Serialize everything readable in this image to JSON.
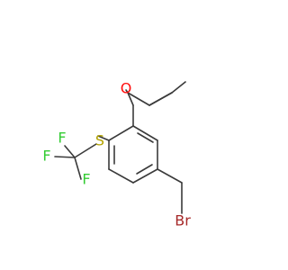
{
  "molecule": {
    "atoms": {
      "oxygen": {
        "label": "O",
        "color": "#ff0d0d"
      },
      "sulfur": {
        "label": "S",
        "color": "#b3a300"
      },
      "fluorine_1": {
        "label": "F",
        "color": "#33cc33"
      },
      "fluorine_2": {
        "label": "F",
        "color": "#33cc33"
      },
      "fluorine_3": {
        "label": "F",
        "color": "#33cc33"
      },
      "bromine": {
        "label": "Br",
        "color": "#a62929"
      }
    },
    "bond_color": "#3a3a3a"
  }
}
